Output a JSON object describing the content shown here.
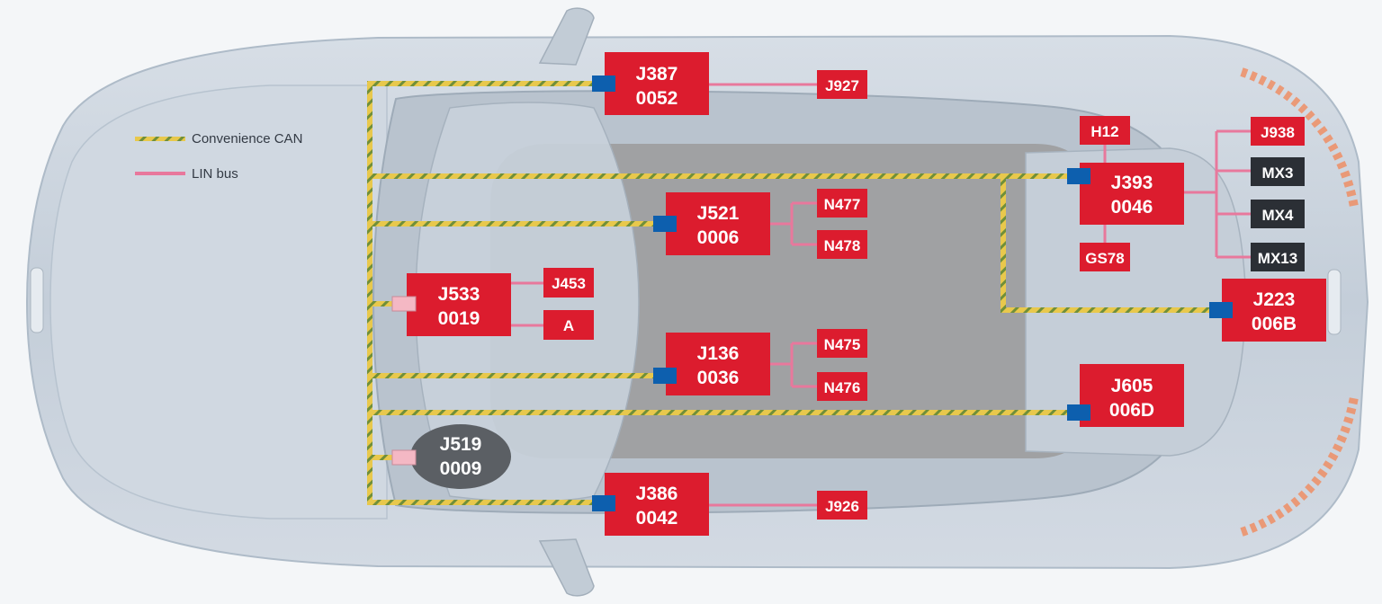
{
  "legend": {
    "can_label": "Convenience CAN",
    "lin_label": "LIN bus"
  },
  "colors": {
    "ecu_red": "#dc1c2e",
    "ecu_dark": "#2b2f35",
    "oval_gray": "#5b5f64",
    "can_yellow": "#e8c84c",
    "can_green": "#6f8f3a",
    "lin_pink": "#e8789c",
    "connector_blue": "#0d5fae",
    "connector_pink": "#f4b8c4",
    "car_body": "#c9d3de",
    "floor": "#9b9b9b"
  },
  "ecus": {
    "j387": {
      "name": "J387",
      "code": "0052"
    },
    "j521": {
      "name": "J521",
      "code": "0006"
    },
    "j533": {
      "name": "J533",
      "code": "0019"
    },
    "j136": {
      "name": "J136",
      "code": "0036"
    },
    "j519": {
      "name": "J519",
      "code": "0009"
    },
    "j386": {
      "name": "J386",
      "code": "0042"
    },
    "j393": {
      "name": "J393",
      "code": "0046"
    },
    "j223": {
      "name": "J223",
      "code": "006B"
    },
    "j605": {
      "name": "J605",
      "code": "006D"
    }
  },
  "components": {
    "j927": "J927",
    "n477": "N477",
    "n478": "N478",
    "j453": "J453",
    "a": "A",
    "n475": "N475",
    "n476": "N476",
    "j926": "J926",
    "h12": "H12",
    "gs78": "GS78",
    "j938": "J938",
    "mx3": "MX3",
    "mx4": "MX4",
    "mx13": "MX13"
  }
}
